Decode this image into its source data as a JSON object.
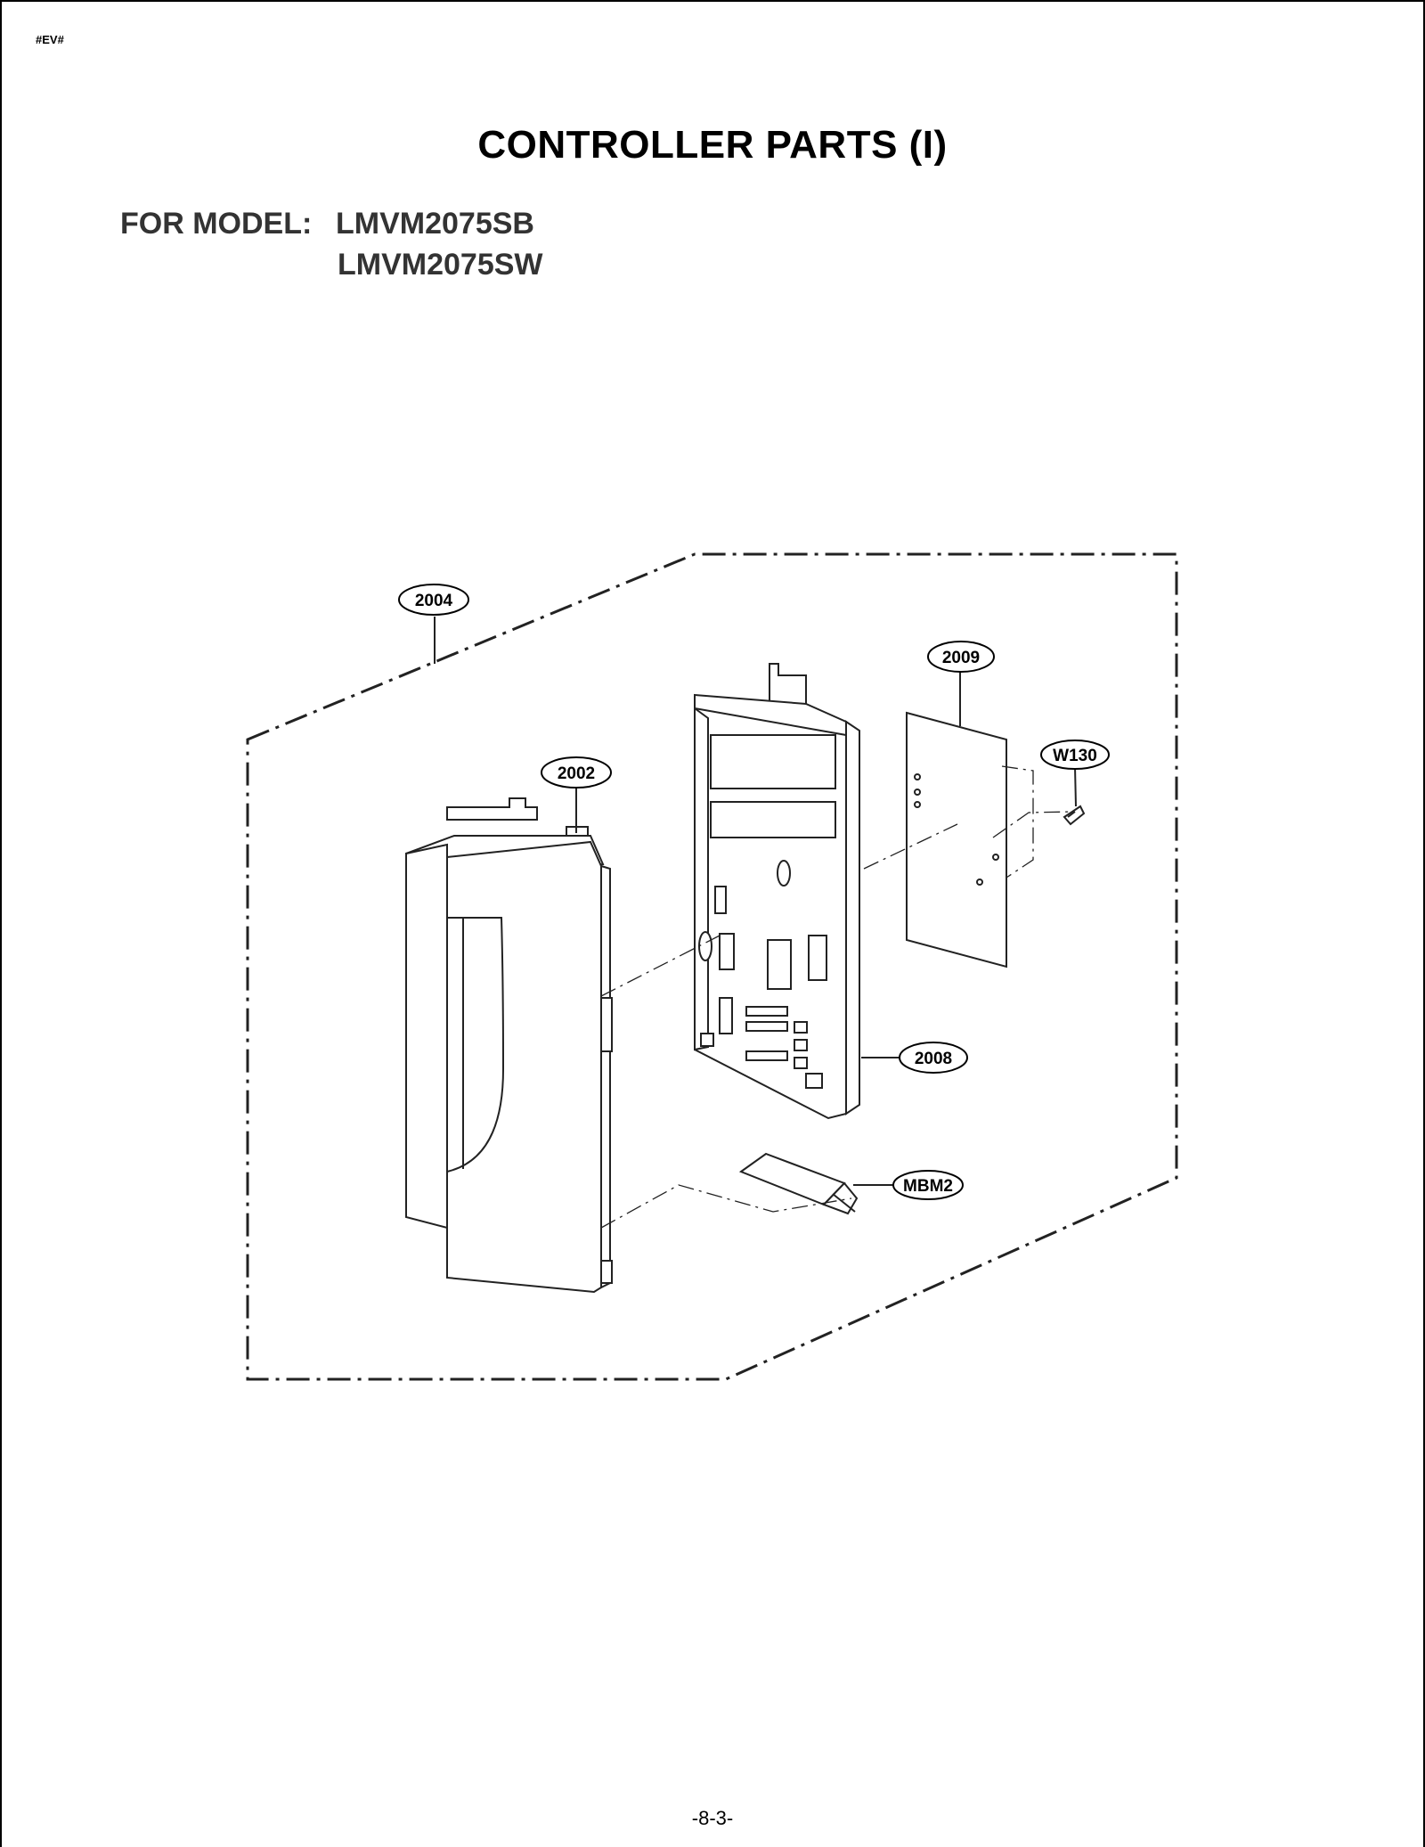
{
  "header": {
    "doc_code": "#EV#",
    "title": "CONTROLLER PARTS (I)",
    "model_label": "FOR MODEL:",
    "models": [
      "LMVM2075SB",
      "LMVM2075SW"
    ]
  },
  "diagram": {
    "callouts": [
      {
        "id": "2004",
        "label": "2004"
      },
      {
        "id": "2009",
        "label": "2009"
      },
      {
        "id": "W130",
        "label": "W130"
      },
      {
        "id": "2002",
        "label": "2002"
      },
      {
        "id": "2008",
        "label": "2008"
      },
      {
        "id": "MBM2",
        "label": "MBM2"
      }
    ]
  },
  "footer": {
    "page_number": "-8-3-"
  }
}
